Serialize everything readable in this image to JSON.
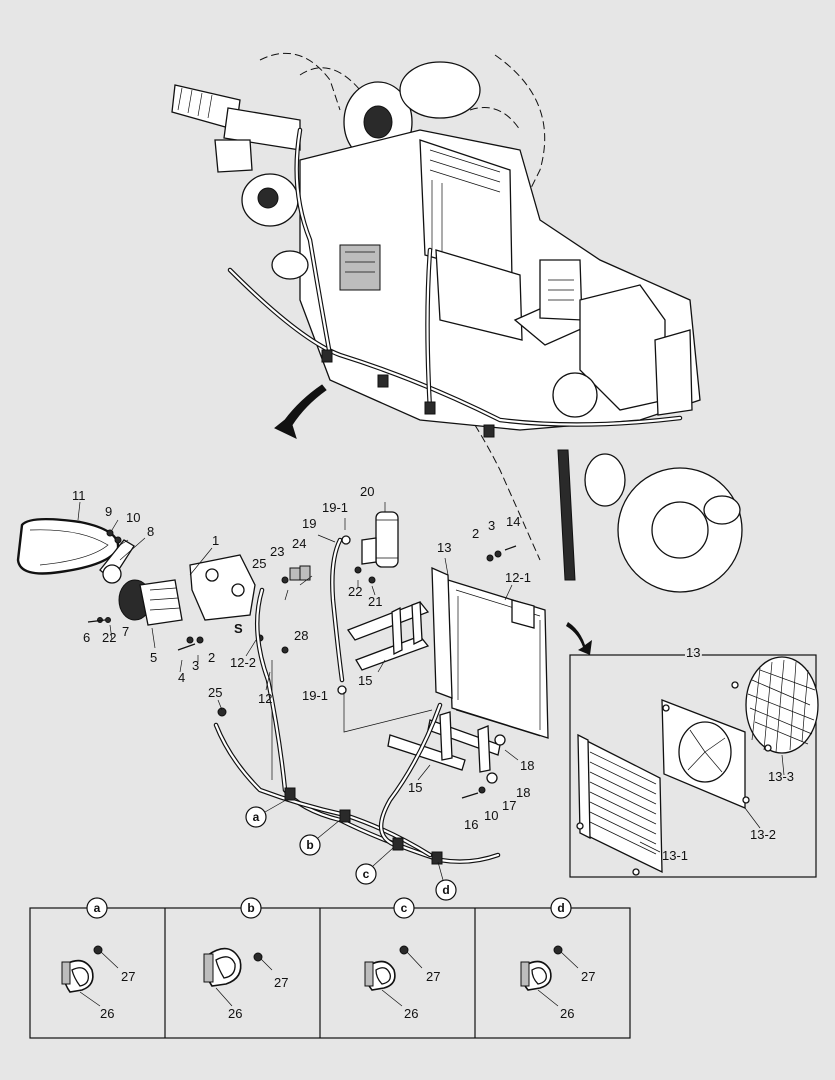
{
  "part_labels": {
    "l1": "1",
    "l2a": "2",
    "l2b": "2",
    "l3a": "3",
    "l3b": "3",
    "l4": "4",
    "l5": "5",
    "l6": "6",
    "l7": "7",
    "l8": "8",
    "l9": "9",
    "l10a": "10",
    "l10b": "10",
    "l11": "11",
    "l12": "12",
    "l12_1": "12-1",
    "l12_2": "12-2",
    "l13a": "13",
    "l13b": "13",
    "l13_1": "13-1",
    "l13_2": "13-2",
    "l13_3": "13-3",
    "l14": "14",
    "l15a": "15",
    "l15b": "15",
    "l16": "16",
    "l17": "17",
    "l18a": "18",
    "l18b": "18",
    "l19": "19",
    "l19_1a": "19-1",
    "l19_1b": "19-1",
    "l20": "20",
    "l21": "21",
    "l22a": "22",
    "l22b": "22",
    "l23": "23",
    "l24": "24",
    "l25a": "25",
    "l25b": "25",
    "l28": "28",
    "lS": "S"
  },
  "callouts": {
    "a": "a",
    "b": "b",
    "c": "c",
    "d": "d"
  },
  "detail_panels": [
    {
      "letter": "a",
      "clip": "26",
      "bolt": "27"
    },
    {
      "letter": "b",
      "clip": "26",
      "bolt": "27"
    },
    {
      "letter": "c",
      "clip": "26",
      "bolt": "27"
    },
    {
      "letter": "d",
      "clip": "26",
      "bolt": "27"
    }
  ]
}
